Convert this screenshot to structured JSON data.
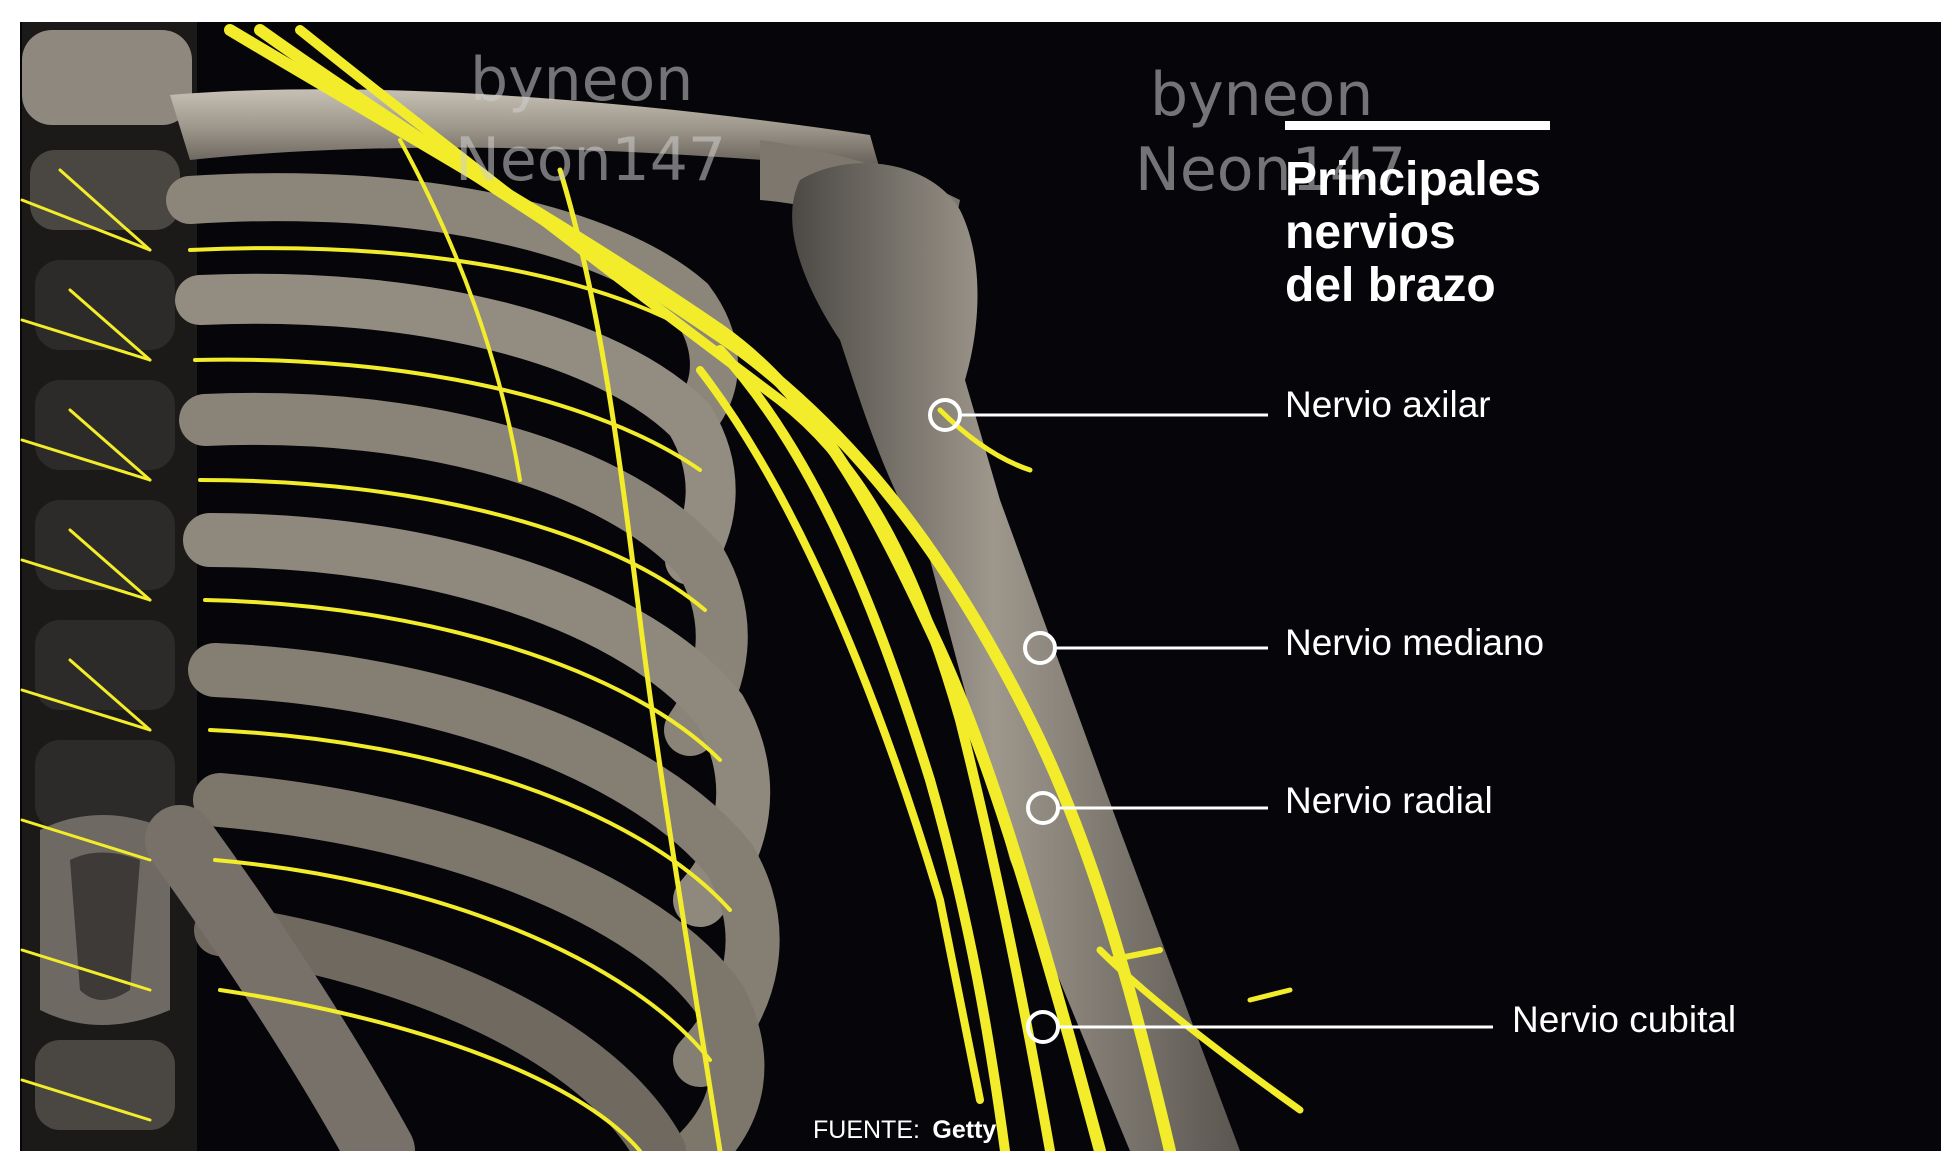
{
  "title_lines": [
    "Principales",
    "nervios",
    "del brazo"
  ],
  "labels": {
    "axilar": "Nervio axilar",
    "mediano": "Nervio mediano",
    "radial": "Nervio radial",
    "cubital": "Nervio cubital"
  },
  "source": {
    "prefix": "FUENTE:",
    "name": "Getty"
  },
  "watermarks": [
    "byneon",
    "Neon147"
  ],
  "colors": {
    "background": "#06060a",
    "nerve": "#f2ec2a",
    "bone": "#a8a196",
    "callout": "#ffffff"
  }
}
